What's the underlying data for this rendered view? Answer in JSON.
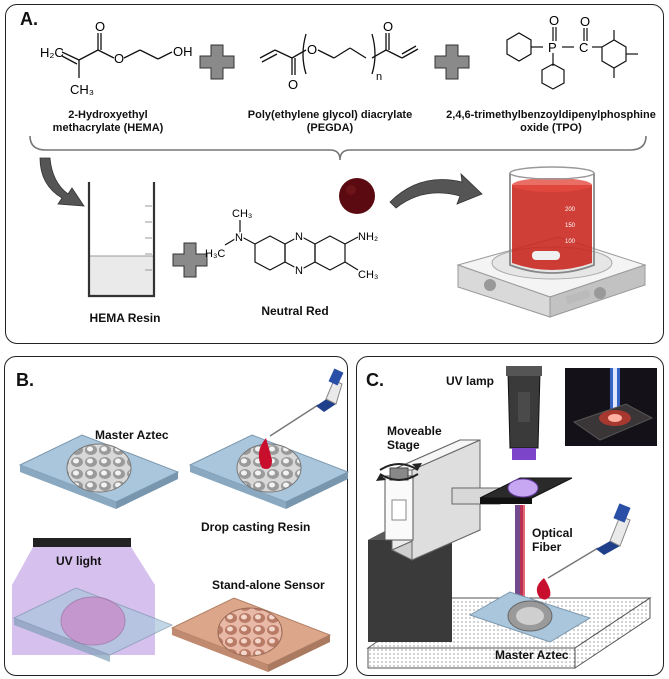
{
  "panel_a": {
    "label": "A.",
    "hema": {
      "name_line1": "2-Hydroxyethyl",
      "name_line2": "methacrylate (HEMA)",
      "atoms": {
        "h2c": "H₂C",
        "oh": "OH",
        "o_ester": "O",
        "o_carbonyl": "O",
        "ch3": "CH₃"
      }
    },
    "pegda": {
      "name_line1": "Poly(ethylene glycol) diacrylate",
      "name_line2": "(PEGDA)",
      "atoms": {
        "o1": "O",
        "o2": "O",
        "o3": "O",
        "n": "n"
      }
    },
    "tpo": {
      "name_line1": "2,4,6-trimethylbenzoyldipenylphosphine",
      "name_line2": "oxide (TPO)",
      "atoms": {
        "p": "P",
        "o_p": "O",
        "o_c": "O",
        "c": "C"
      }
    },
    "resin_label": "HEMA Resin",
    "neutral_red": {
      "name": "Neutral Red",
      "atoms": {
        "n_top": "N",
        "n_bottom": "N",
        "n_amine": "N",
        "ch3_top": "CH₃",
        "h3c": "H₃C",
        "nh2": "NH₂",
        "ch3_ring": "CH₃"
      }
    },
    "beaker_marks": [
      "200",
      "150",
      "100"
    ]
  },
  "panel_b": {
    "label": "B.",
    "master_aztec": "Master Aztec",
    "drop_casting": "Drop casting Resin",
    "uv_light": "UV light",
    "standalone": "Stand-alone Sensor"
  },
  "panel_c": {
    "label": "C.",
    "uv_lamp": "UV lamp",
    "moveable_stage_line1": "Moveable",
    "moveable_stage_line2": "Stage",
    "optical_fiber_line1": "Optical",
    "optical_fiber_line2": "Fiber",
    "master_aztec": "Master Aztec"
  },
  "colors": {
    "resin_dark_red": "#5a0a10",
    "beaker_red": "#c8241c",
    "uv_purple": "#b58de0",
    "sensor_peach": "#dba68a",
    "slide_blue": "#a9c6dc",
    "arrow_gray": "#6a6a6a"
  }
}
